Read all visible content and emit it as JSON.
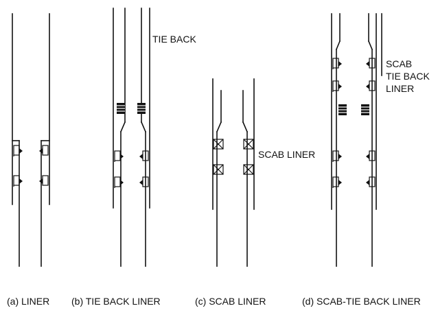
{
  "diagrams": [
    {
      "id": "a",
      "caption": "(a) LINER"
    },
    {
      "id": "b",
      "caption": "(b) TIE BACK LINER",
      "label": "TIE BACK"
    },
    {
      "id": "c",
      "caption": "(c) SCAB LINER",
      "label": "SCAB LINER"
    },
    {
      "id": "d",
      "caption": "(d) SCAB-TIE BACK LINER",
      "label_lines": [
        "SCAB",
        "TIE BACK",
        "LINER"
      ]
    }
  ],
  "colors": {
    "ink": "#111111",
    "background": "#ffffff"
  }
}
